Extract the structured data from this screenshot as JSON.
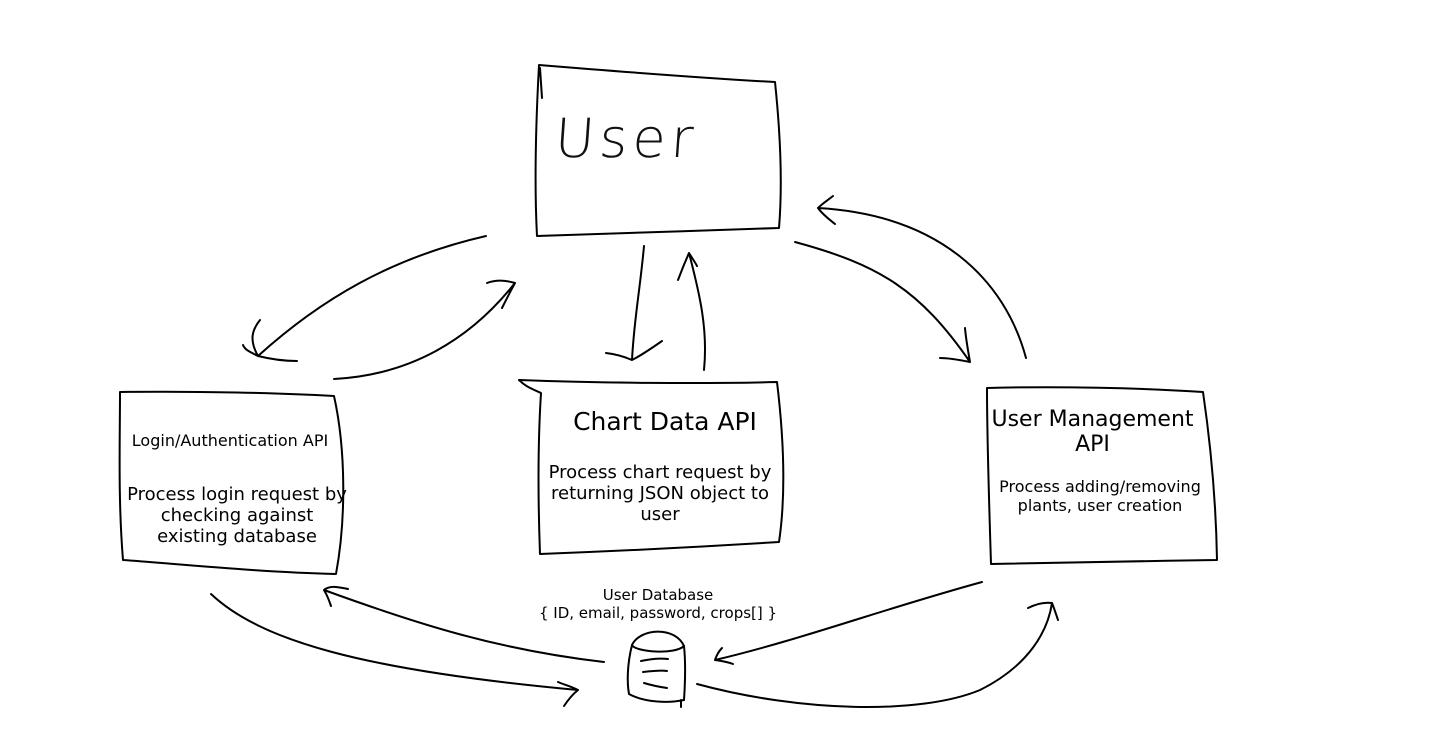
{
  "user": {
    "label": "User"
  },
  "login_api": {
    "title": "Login/Authentication API",
    "description": "Process login request by checking against existing database"
  },
  "chart_api": {
    "title": "Chart Data API",
    "description": "Process chart request by returning JSON object to user"
  },
  "user_mgmt_api": {
    "title": "User Management API",
    "description": "Process adding/removing plants, user creation"
  },
  "database": {
    "title": "User Database",
    "fields": "{ ID, email, password, crops[] }"
  },
  "icons": {
    "database": "database-cylinder-icon"
  }
}
